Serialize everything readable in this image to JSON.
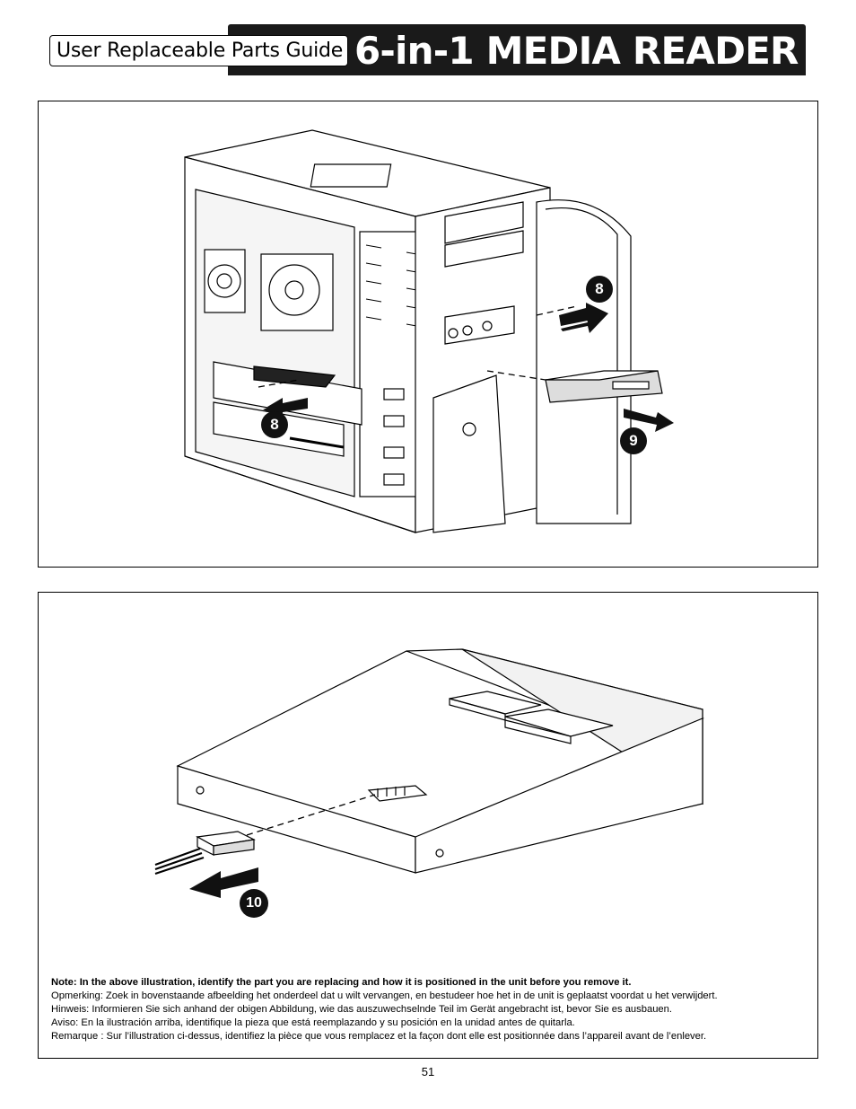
{
  "header": {
    "guide_label": "User Replaceable Parts Guide",
    "title": "6-in-1 MEDIA READER"
  },
  "figure_top": {
    "callouts": [
      "8",
      "8",
      "9"
    ]
  },
  "figure_bottom": {
    "callouts": [
      "10"
    ]
  },
  "notes": [
    "Note:  In the above illustration, identify the part you are replacing and how it is positioned in the unit before you remove it.",
    "Opmerking:  Zoek in bovenstaande afbeelding het onderdeel dat u wilt vervangen, en bestudeer hoe het in de unit is geplaatst voordat u het verwijdert.",
    "Hinweis:  Informieren Sie sich anhand der obigen Abbildung, wie das auszuwechselnde Teil im Gerät angebracht ist, bevor Sie es ausbauen.",
    "Aviso:  En la ilustración arriba, identifique la pieza que está reemplazando y su posición en la unidad antes de quitarla.",
    "Remarque : Sur l’illustration ci-dessus, identifiez la pièce que vous remplacez et la façon dont elle est positionnée dans l’appareil avant de l’enlever."
  ],
  "page_number": "51"
}
